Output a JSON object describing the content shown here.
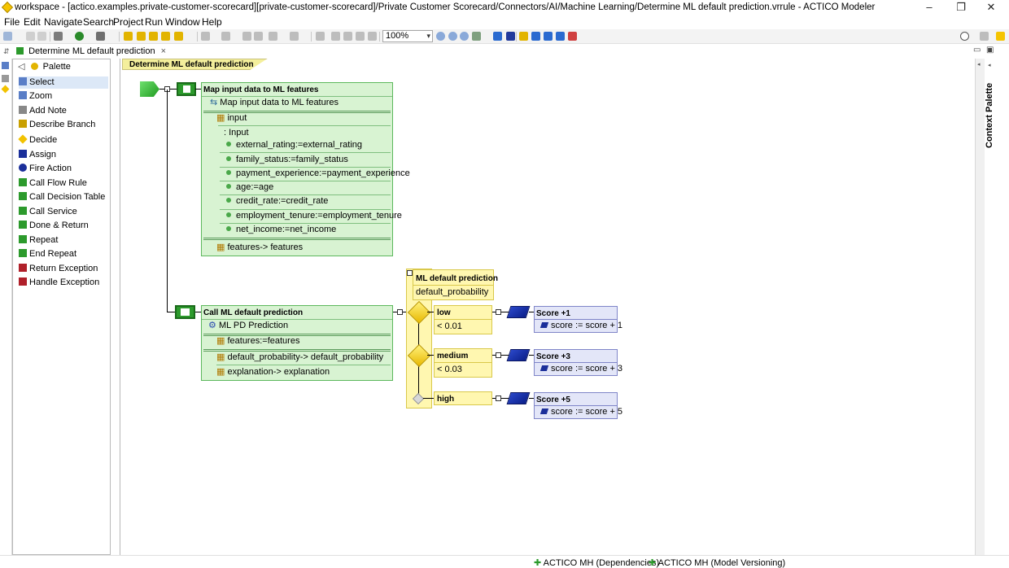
{
  "window": {
    "title": "workspace - [actico.examples.private-customer-scorecard][private-customer-scorecard]/Private Customer Scorecard/Connectors/AI/Machine Learning/Determine ML default prediction.vrrule - ACTICO Modeler",
    "minimize": "–",
    "maximize": "❐",
    "close": "✕"
  },
  "menu": [
    "File",
    "Edit",
    "Navigate",
    "Search",
    "Project",
    "Run",
    "Window",
    "Help"
  ],
  "toolbar": {
    "zoom": "100%"
  },
  "editor_tab": {
    "label": "Determine ML default prediction",
    "close": "×"
  },
  "palette": {
    "title": "Palette",
    "items": [
      {
        "label": "Select",
        "icon": "select-arrow-icon",
        "color": "#5a7ec7"
      },
      {
        "label": "Zoom",
        "icon": "zoom-icon",
        "color": "#5a7ec7"
      },
      {
        "label": "Add Note",
        "icon": "note-icon",
        "color": "#888888"
      },
      {
        "label": "Describe Branch",
        "icon": "describe-branch-icon",
        "color": "#c9a000"
      },
      {
        "label": "Decide",
        "icon": "decide-diamond-icon",
        "color": "#f2c200"
      },
      {
        "label": "Assign",
        "icon": "assign-icon",
        "color": "#1b2f9a"
      },
      {
        "label": "Fire Action",
        "icon": "fire-action-icon",
        "color": "#1b2f9a"
      },
      {
        "label": "Call Flow Rule",
        "icon": "call-flow-rule-icon",
        "color": "#2c9a2c"
      },
      {
        "label": "Call Decision Table",
        "icon": "call-decision-table-icon",
        "color": "#2c9a2c"
      },
      {
        "label": "Call Service",
        "icon": "call-service-icon",
        "color": "#2c9a2c"
      },
      {
        "label": "Done & Return",
        "icon": "done-return-icon",
        "color": "#2c9a2c"
      },
      {
        "label": "Repeat",
        "icon": "repeat-icon",
        "color": "#2c9a2c"
      },
      {
        "label": "End Repeat",
        "icon": "end-repeat-icon",
        "color": "#2c9a2c"
      },
      {
        "label": "Return Exception",
        "icon": "return-exception-icon",
        "color": "#b0202a"
      },
      {
        "label": "Handle Exception",
        "icon": "handle-exception-icon",
        "color": "#b0202a"
      }
    ]
  },
  "context_palette": "Context Palette",
  "breadcrumb": "Determine ML default prediction",
  "map_node": {
    "title": "Map input data to ML features",
    "subtitle": "Map input data to ML features",
    "input_label": "input",
    "input_type": ": Input",
    "mappings": [
      "external_rating:=external_rating",
      "family_status:=family_status",
      "payment_experience:=payment_experience",
      "age:=age",
      "credit_rate:=credit_rate",
      "employment_tenure:=employment_tenure",
      "net_income:=net_income"
    ],
    "output": "features-> features"
  },
  "call_node": {
    "title": "Call ML default prediction",
    "service": "ML PD Prediction",
    "input": "features:=features",
    "outputs": [
      "default_probability-> default_probability",
      "explanation-> explanation"
    ]
  },
  "decision": {
    "title": "ML default prediction",
    "variable": "default_probability",
    "branches": [
      {
        "label": "low",
        "condition": "< 0.01",
        "score_title": "Score +1",
        "score_expr": "score := score + 1"
      },
      {
        "label": "medium",
        "condition": "< 0.03",
        "score_title": "Score +3",
        "score_expr": "score := score + 3"
      },
      {
        "label": "high",
        "condition": "",
        "score_title": "Score +5",
        "score_expr": "score := score + 5"
      }
    ]
  },
  "status": {
    "item1": "ACTICO MH (Dependencies)",
    "item2": "ACTICO MH (Model Versioning)"
  }
}
